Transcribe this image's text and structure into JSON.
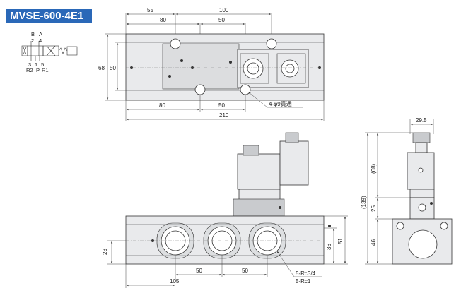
{
  "title": "MVSE-600-4E1",
  "symbol": {
    "top_labels": [
      "B",
      "A"
    ],
    "top_numbers": [
      "2",
      "4"
    ],
    "bottom_numbers": [
      "3",
      "1",
      "5"
    ],
    "bottom_labels": [
      "R2",
      "P",
      "R1"
    ]
  },
  "top_view": {
    "dim_55": "55",
    "dim_100": "100",
    "dim_80_top": "80",
    "dim_50_top": "50",
    "dim_68": "68",
    "dim_50_side": "50",
    "dim_80_bottom": "80",
    "dim_50_bottom": "50",
    "dim_210": "210",
    "hole_note": "4-φ9貫通"
  },
  "front_view": {
    "dim_23": "23",
    "dim_36": "36",
    "dim_51": "51",
    "dim_50_a": "50",
    "dim_50_b": "50",
    "dim_105": "105",
    "port_note_1": "5-Rc3/4",
    "port_note_2": "5-Rc1"
  },
  "side_view": {
    "dim_29_5": "29.5",
    "dim_68": "(68)",
    "dim_139": "(139)",
    "dim_25": "25",
    "dim_46": "46"
  }
}
